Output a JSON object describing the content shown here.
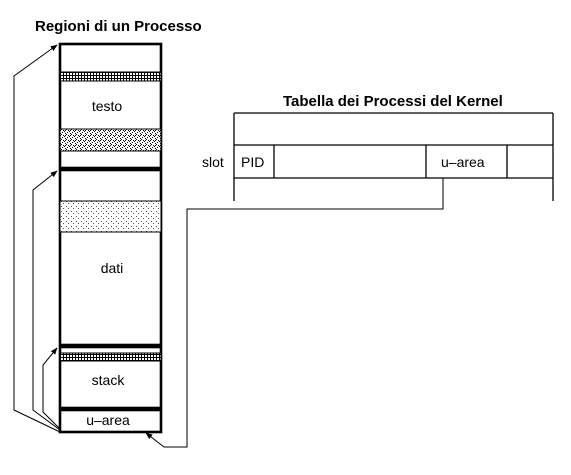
{
  "process_regions": {
    "title": "Regioni di un Processo",
    "text_label": "testo",
    "data_label": "dati",
    "stack_label": "stack",
    "uarea_label": "u–area"
  },
  "kernel_table": {
    "title": "Tabella dei Processi del Kernel",
    "slot_label": "slot",
    "pid_label": "PID",
    "uarea_label": "u–area"
  }
}
